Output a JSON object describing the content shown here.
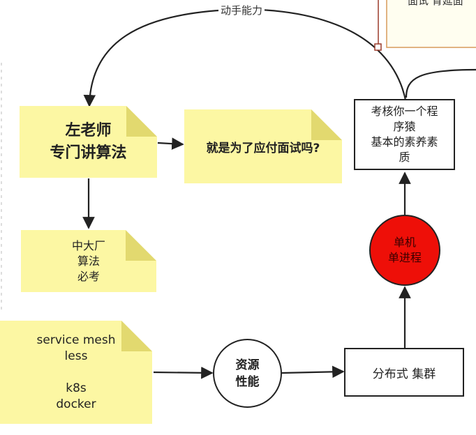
{
  "top_edge_label": "动手能力",
  "clipped_top_note": "面试 背延面",
  "notes": {
    "teacher": "左老师\n专门讲算法",
    "interview_question": "就是为了应付面试吗?",
    "big_company": "中大厂\n算法\n必考",
    "cloud_native": "service mesh\nless\n\nk8s\ndocker"
  },
  "boxes": {
    "assessment": "考核你一个程\n序猿\n基本的素养素\n质",
    "distributed": "分布式 集群"
  },
  "circles": {
    "resource_performance": "资源\n性能",
    "single_machine": "单机\n单进程"
  },
  "colors": {
    "note_fill": "#fcf7a3",
    "single_machine_fill": "#ee0f08",
    "stroke": "#222222"
  }
}
